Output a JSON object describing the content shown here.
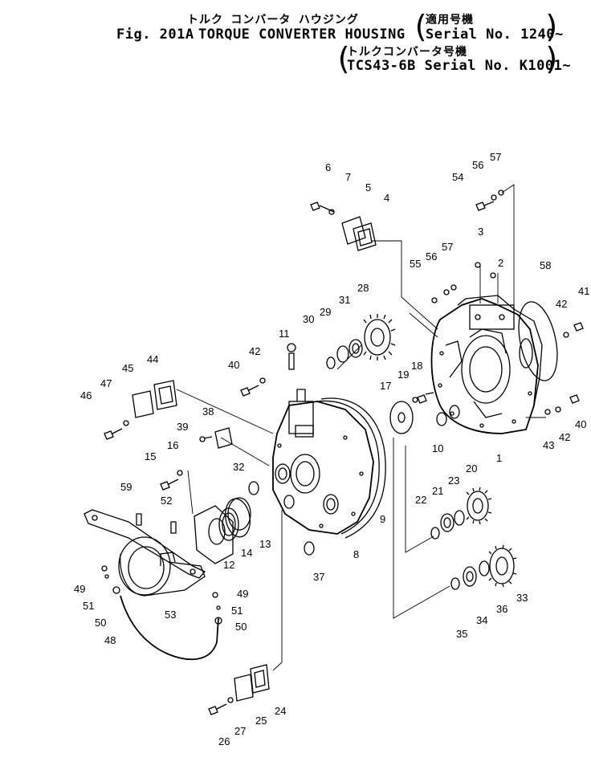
{
  "header": {
    "fig_no": "Fig. 201A",
    "title_en": "TORQUE CONVERTER HOUSING",
    "title_jp": "トルク コンバータ ハウジング",
    "applic_jp": "適用号機",
    "serial_1": "Serial No. 1240~",
    "applic2_jp": "トルクコンバータ号機",
    "serial_2": "TCS43-6B Serial No. K1001~"
  },
  "callouts": [
    "1",
    "2",
    "3",
    "4",
    "5",
    "6",
    "7",
    "8",
    "9",
    "10",
    "11",
    "12",
    "13",
    "14",
    "15",
    "16",
    "17",
    "18",
    "19",
    "20",
    "21",
    "22",
    "23",
    "24",
    "25",
    "26",
    "27",
    "28",
    "29",
    "30",
    "31",
    "32",
    "33",
    "34",
    "35",
    "36",
    "37",
    "38",
    "39",
    "40",
    "40",
    "41",
    "42",
    "42",
    "42",
    "43",
    "44",
    "45",
    "46",
    "47",
    "48",
    "49",
    "49",
    "50",
    "50",
    "51",
    "51",
    "52",
    "53",
    "54",
    "55",
    "56",
    "56",
    "57",
    "57",
    "58",
    "59"
  ]
}
